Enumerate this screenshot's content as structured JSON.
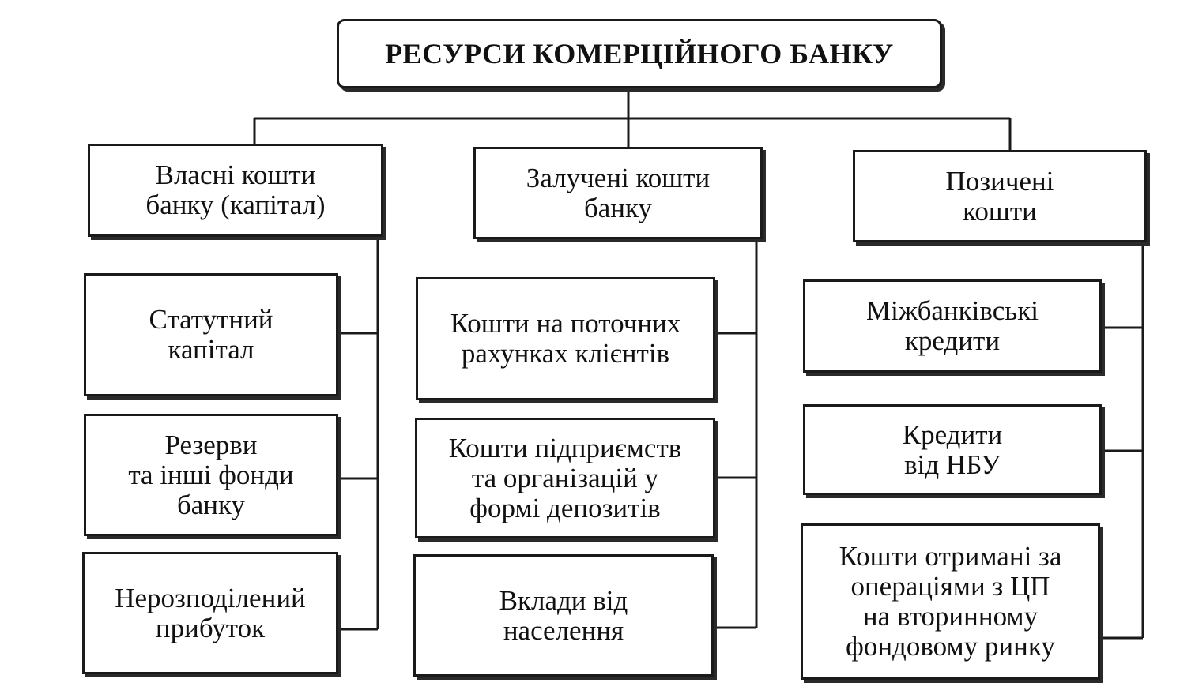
{
  "title": "РЕСУРСИ КОМЕРЦІЙНОГО БАНКУ",
  "categories": [
    {
      "label": "Власні кошти\nбанку (капітал)",
      "items": [
        "Статутний\nкапітал",
        "Резерви\nта інші фонди\nбанку",
        "Нерозподілений\nприбуток"
      ]
    },
    {
      "label": "Залучені кошти\nбанку",
      "items": [
        "Кошти на поточних\nрахунках клієнтів",
        "Кошти підприємств\nта організацій у\nформі депозитів",
        "Вклади від\nнаселення"
      ]
    },
    {
      "label": "Позичені\nкошти",
      "items": [
        "Міжбанківські\nкредити",
        "Кредити\nвід НБУ",
        "Кошти отримані за\nопераціями з ЦП\nна вторинному\nфондовому ринку"
      ]
    }
  ]
}
